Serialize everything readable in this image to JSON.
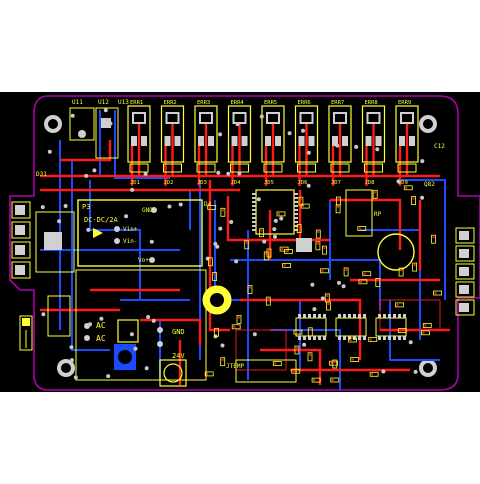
{
  "board": {
    "colors": {
      "background": "#000000",
      "outline": "#b000b0",
      "top_copper": "#ff1a1a",
      "bottom_copper": "#1a4cff",
      "silkscreen": "#ffff33",
      "pad": "#d0d0d0",
      "via_ring": "#c8c8c8",
      "page": "#ffffff"
    }
  },
  "labels": {
    "u11": "U11",
    "u12": "U12",
    "u13": "U13",
    "d31": "D31",
    "p3": "P3",
    "dcdc": "DC-DC/2A",
    "vin_plus": "Vin+",
    "vin_minus": "Vin-",
    "vo_plus": "Vo+",
    "gnd_top": "GND",
    "gnd_bottom": "GND",
    "ac1": "AC",
    "ac2": "AC",
    "v24": "24V",
    "c12": "C12",
    "q82": "Q82",
    "rp": "RP",
    "d4": "D4",
    "jtemp": "JTEMP"
  },
  "relay_labels": [
    "ERR1",
    "ERR2",
    "ERR3",
    "ERR4",
    "ERR5",
    "ERR6",
    "ERR7",
    "ERR8",
    "ERR9"
  ],
  "jumper_labels": [
    "JD1",
    "JD2",
    "JD3",
    "JD4",
    "JD5",
    "JD6",
    "JD7",
    "JD8",
    "JD9"
  ]
}
